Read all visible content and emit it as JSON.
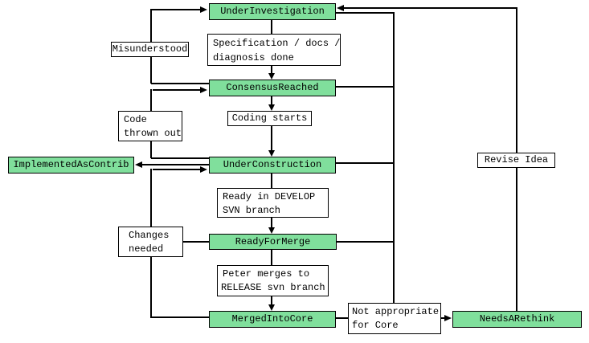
{
  "diagram": {
    "states": {
      "underInvestigation": "UnderInvestigation",
      "consensusReached": "ConsensusReached",
      "underConstruction": "UnderConstruction",
      "implementedAsContrib": "ImplementedAsContrib",
      "readyForMerge": "ReadyForMerge",
      "mergedIntoCore": "MergedIntoCore",
      "needsARethink": "NeedsARethink"
    },
    "edge_labels": {
      "misunderstood": "Misunderstood",
      "specDone_line1": "Specification / docs /",
      "specDone_line2": "diagnosis done",
      "codingStarts": "Coding starts",
      "codeThrown_line1": "Code",
      "codeThrown_line2": "thrown out",
      "readyDevelop_line1": "Ready in DEVELOP",
      "readyDevelop_line2": "SVN branch",
      "changes_line1": "Changes",
      "changes_line2": "needed",
      "peterMerges_line1": "Peter merges to",
      "peterMerges_line2": "RELEASE svn branch",
      "notAppropriate_line1": "Not appropriate",
      "notAppropriate_line2": "for Core",
      "reviseIdea": "Revise Idea"
    }
  },
  "colors": {
    "state_fill": "#80DF9C",
    "label_fill": "#FFFFFF",
    "line": "#000000",
    "background": "#FFFFFF"
  }
}
